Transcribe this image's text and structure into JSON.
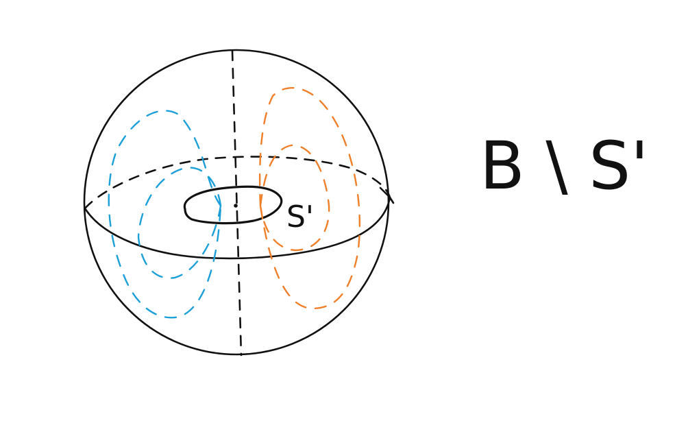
{
  "diagram": {
    "circle_label": "S'",
    "set_label": "B \\ S'"
  },
  "colors": {
    "outline": "#111111",
    "left_field_lines": "#1a9fd8",
    "right_field_lines": "#f07f2a",
    "background": "#ffffff"
  },
  "icons": {
    "ball": "sphere-drawing",
    "circle": "torus-circle-drawing"
  }
}
